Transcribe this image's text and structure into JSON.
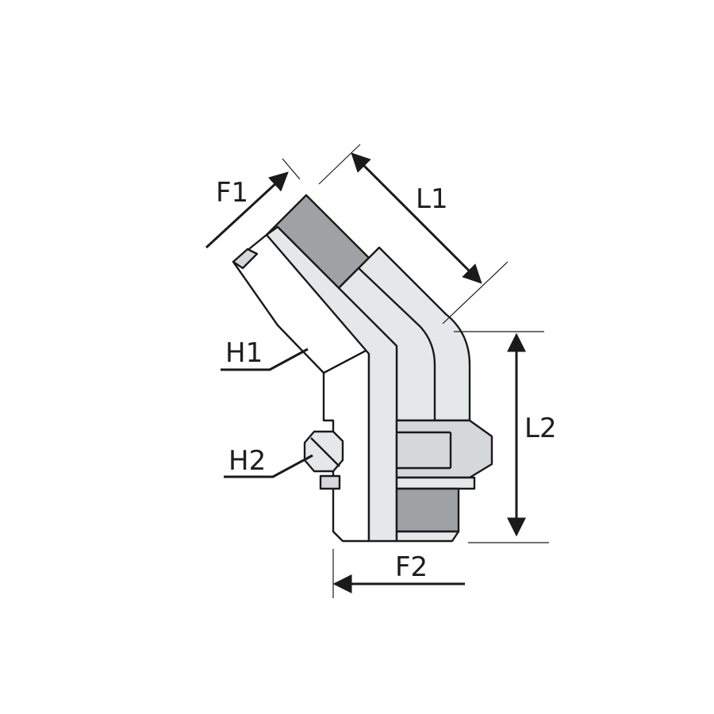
{
  "labels": {
    "f1": "F1",
    "l1": "L1",
    "h1": "H1",
    "h2": "H2",
    "l2": "L2",
    "f2": "F2"
  },
  "colors": {
    "line": "#1a1a1a",
    "body": "#d6d7d9",
    "body_light": "#e6e7e9",
    "thread": "#9fa1a4",
    "background": "#ffffff"
  }
}
